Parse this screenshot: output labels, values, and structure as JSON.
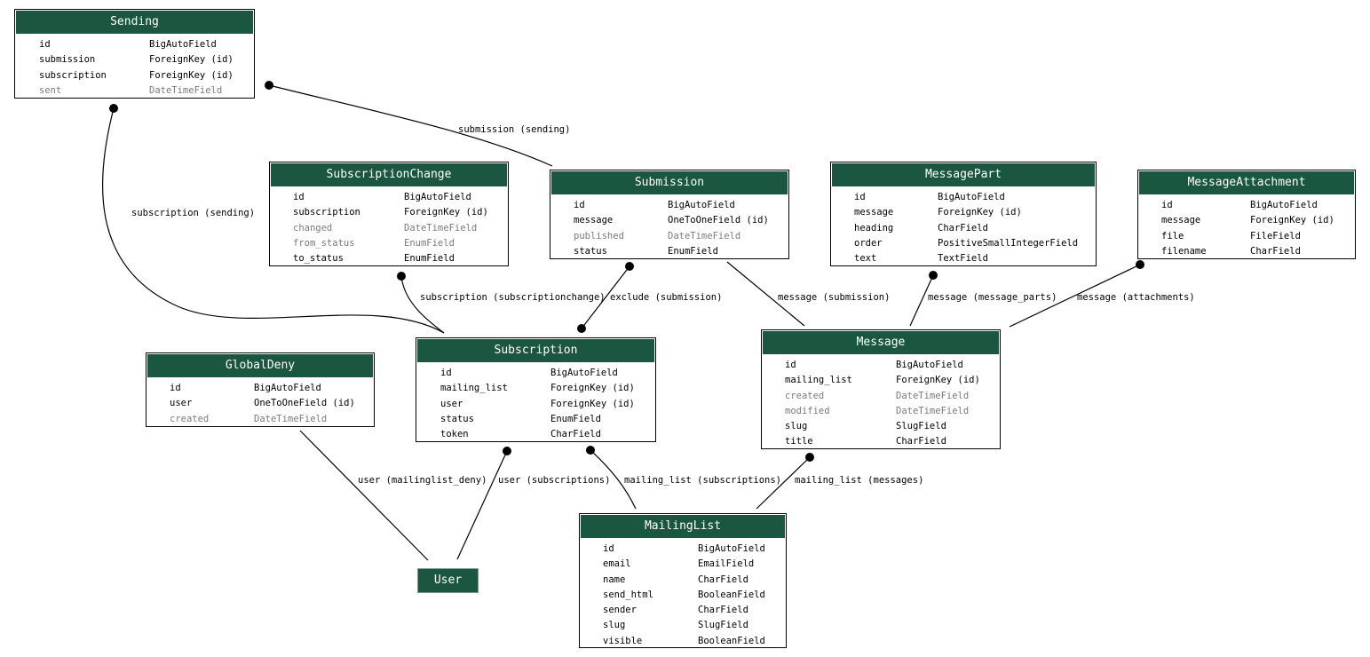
{
  "colors": {
    "header_bg": "#1b5740",
    "header_text": "#ffffff",
    "muted_text": "#7a7a7a",
    "edge": "#000000"
  },
  "models": {
    "sending": {
      "title": "Sending",
      "fields": [
        {
          "name": "id",
          "type": "BigAutoField",
          "muted": false
        },
        {
          "name": "submission",
          "type": "ForeignKey (id)",
          "muted": false
        },
        {
          "name": "subscription",
          "type": "ForeignKey (id)",
          "muted": false
        },
        {
          "name": "sent",
          "type": "DateTimeField",
          "muted": true
        }
      ]
    },
    "subscriptionchange": {
      "title": "SubscriptionChange",
      "fields": [
        {
          "name": "id",
          "type": "BigAutoField",
          "muted": false
        },
        {
          "name": "subscription",
          "type": "ForeignKey (id)",
          "muted": false
        },
        {
          "name": "changed",
          "type": "DateTimeField",
          "muted": true
        },
        {
          "name": "from_status",
          "type": "EnumField",
          "muted": true
        },
        {
          "name": "to_status",
          "type": "EnumField",
          "muted": false
        }
      ]
    },
    "submission": {
      "title": "Submission",
      "fields": [
        {
          "name": "id",
          "type": "BigAutoField",
          "muted": false
        },
        {
          "name": "message",
          "type": "OneToOneField (id)",
          "muted": false
        },
        {
          "name": "published",
          "type": "DateTimeField",
          "muted": true
        },
        {
          "name": "status",
          "type": "EnumField",
          "muted": false
        }
      ]
    },
    "messagepart": {
      "title": "MessagePart",
      "fields": [
        {
          "name": "id",
          "type": "BigAutoField",
          "muted": false
        },
        {
          "name": "message",
          "type": "ForeignKey (id)",
          "muted": false
        },
        {
          "name": "heading",
          "type": "CharField",
          "muted": false
        },
        {
          "name": "order",
          "type": "PositiveSmallIntegerField",
          "muted": false
        },
        {
          "name": "text",
          "type": "TextField",
          "muted": false
        }
      ]
    },
    "messageattachment": {
      "title": "MessageAttachment",
      "fields": [
        {
          "name": "id",
          "type": "BigAutoField",
          "muted": false
        },
        {
          "name": "message",
          "type": "ForeignKey (id)",
          "muted": false
        },
        {
          "name": "file",
          "type": "FileField",
          "muted": false
        },
        {
          "name": "filename",
          "type": "CharField",
          "muted": false
        }
      ]
    },
    "globaldeny": {
      "title": "GlobalDeny",
      "fields": [
        {
          "name": "id",
          "type": "BigAutoField",
          "muted": false
        },
        {
          "name": "user",
          "type": "OneToOneField (id)",
          "muted": false
        },
        {
          "name": "created",
          "type": "DateTimeField",
          "muted": true
        }
      ]
    },
    "subscription": {
      "title": "Subscription",
      "fields": [
        {
          "name": "id",
          "type": "BigAutoField",
          "muted": false
        },
        {
          "name": "mailing_list",
          "type": "ForeignKey (id)",
          "muted": false
        },
        {
          "name": "user",
          "type": "ForeignKey (id)",
          "muted": false
        },
        {
          "name": "status",
          "type": "EnumField",
          "muted": false
        },
        {
          "name": "token",
          "type": "CharField",
          "muted": false
        }
      ]
    },
    "message": {
      "title": "Message",
      "fields": [
        {
          "name": "id",
          "type": "BigAutoField",
          "muted": false
        },
        {
          "name": "mailing_list",
          "type": "ForeignKey (id)",
          "muted": false
        },
        {
          "name": "created",
          "type": "DateTimeField",
          "muted": true
        },
        {
          "name": "modified",
          "type": "DateTimeField",
          "muted": true
        },
        {
          "name": "slug",
          "type": "SlugField",
          "muted": false
        },
        {
          "name": "title",
          "type": "CharField",
          "muted": false
        }
      ]
    },
    "mailinglist": {
      "title": "MailingList",
      "fields": [
        {
          "name": "id",
          "type": "BigAutoField",
          "muted": false
        },
        {
          "name": "email",
          "type": "EmailField",
          "muted": false
        },
        {
          "name": "name",
          "type": "CharField",
          "muted": false
        },
        {
          "name": "send_html",
          "type": "BooleanField",
          "muted": false
        },
        {
          "name": "sender",
          "type": "CharField",
          "muted": false
        },
        {
          "name": "slug",
          "type": "SlugField",
          "muted": false
        },
        {
          "name": "visible",
          "type": "BooleanField",
          "muted": false
        }
      ]
    }
  },
  "user_node": {
    "title": "User"
  },
  "edge_labels": {
    "submission_sending": "submission (sending)",
    "subscription_sending": "subscription (sending)",
    "subscription_subscriptionchange": "subscription (subscriptionchange)",
    "exclude_submission": "exclude (submission)",
    "message_submission": "message (submission)",
    "message_message_parts": "message (message_parts)",
    "message_attachments": "message (attachments)",
    "user_mailinglist_deny": "user (mailinglist_deny)",
    "user_subscriptions": "user (subscriptions)",
    "mailing_list_subscriptions": "mailing_list (subscriptions)",
    "mailing_list_messages": "mailing_list (messages)"
  }
}
